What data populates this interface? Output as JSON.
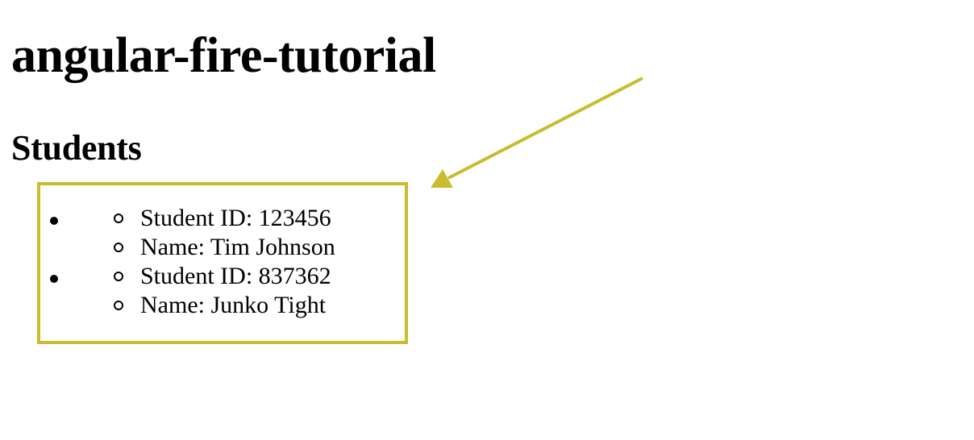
{
  "page": {
    "title": "angular-fire-tutorial",
    "section_title": "Students"
  },
  "students": [
    {
      "id_text": "Student ID: 123456",
      "name_text": "Name: Tim Johnson"
    },
    {
      "id_text": "Student ID: 837362",
      "name_text": "Name: Junko Tight"
    }
  ],
  "annotation": {
    "color": "#c8bd2e"
  }
}
